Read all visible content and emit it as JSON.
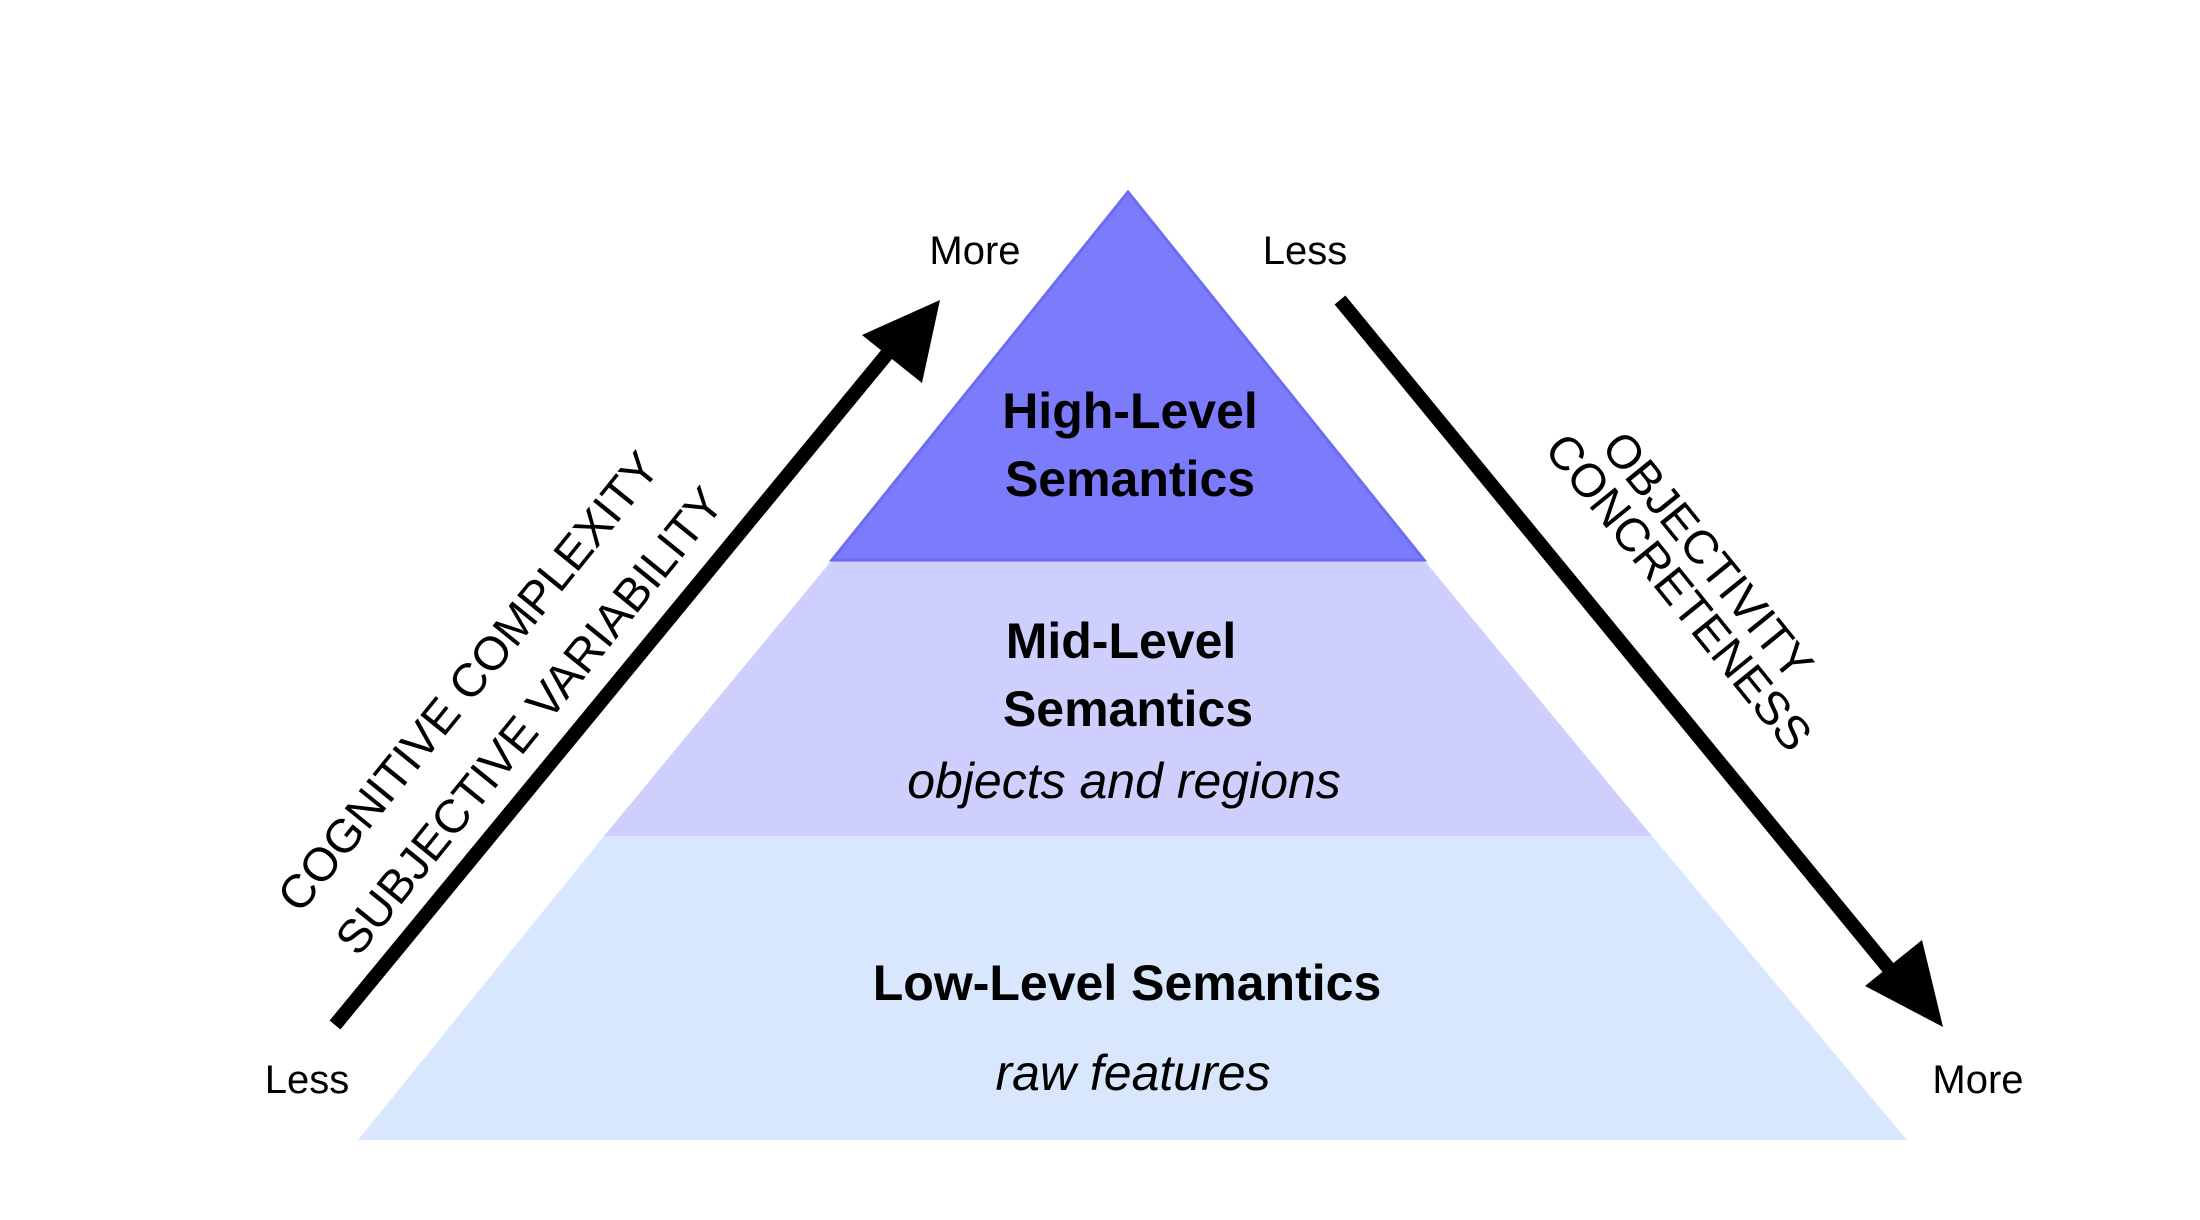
{
  "pyramid": {
    "high": {
      "title_line1": "High-Level",
      "title_line2": "Semantics",
      "color": "#7b7bfb",
      "border_color": "#6c6cf2"
    },
    "mid": {
      "title_line1": "Mid-Level",
      "title_line2": "Semantics",
      "subtitle": "objects and regions",
      "color": "#cfcffd"
    },
    "low": {
      "title": "Low-Level Semantics",
      "subtitle": "raw features",
      "color": "#d8e7fd"
    }
  },
  "left_axis": {
    "label_line1": "COGNITIVE COMPLEXITY",
    "label_line2": "SUBJECTIVE VARIABILITY",
    "start_label": "Less",
    "end_label": "More",
    "direction": "up"
  },
  "right_axis": {
    "label_line1": "OBJECTIVITY",
    "label_line2": "CONCRETENESS",
    "start_label": "Less",
    "end_label": "More",
    "direction": "down"
  },
  "colors": {
    "arrow": "#000000",
    "text": "#000000",
    "background": "#ffffff"
  }
}
